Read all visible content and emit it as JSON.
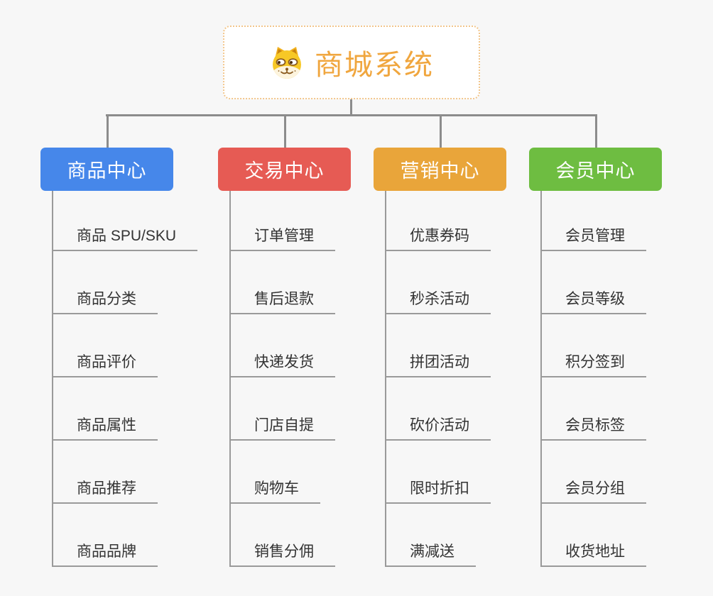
{
  "root": {
    "title": "商城系统",
    "icon": "dog-face-icon",
    "title_color": "#f0a63e",
    "border_color": "#f2c68c"
  },
  "branches": [
    {
      "label": "商品中心",
      "color": "#4687ea",
      "children": [
        "商品 SPU/SKU",
        "商品分类",
        "商品评价",
        "商品属性",
        "商品推荐",
        "商品品牌"
      ]
    },
    {
      "label": "交易中心",
      "color": "#e65b54",
      "children": [
        "订单管理",
        "售后退款",
        "快递发货",
        "门店自提",
        "购物车",
        "销售分佣"
      ]
    },
    {
      "label": "营销中心",
      "color": "#e9a53a",
      "children": [
        "优惠券码",
        "秒杀活动",
        "拼团活动",
        "砍价活动",
        "限时折扣",
        "满减送"
      ]
    },
    {
      "label": "会员中心",
      "color": "#6ebd41",
      "children": [
        "会员管理",
        "会员等级",
        "积分签到",
        "会员标签",
        "会员分组",
        "收货地址"
      ]
    }
  ],
  "colors": {
    "background": "#f7f7f7",
    "connector": "#8c8c8c",
    "leaf_line": "#9a9a9a",
    "leaf_text": "#333333",
    "node_text": "#ffffff"
  }
}
